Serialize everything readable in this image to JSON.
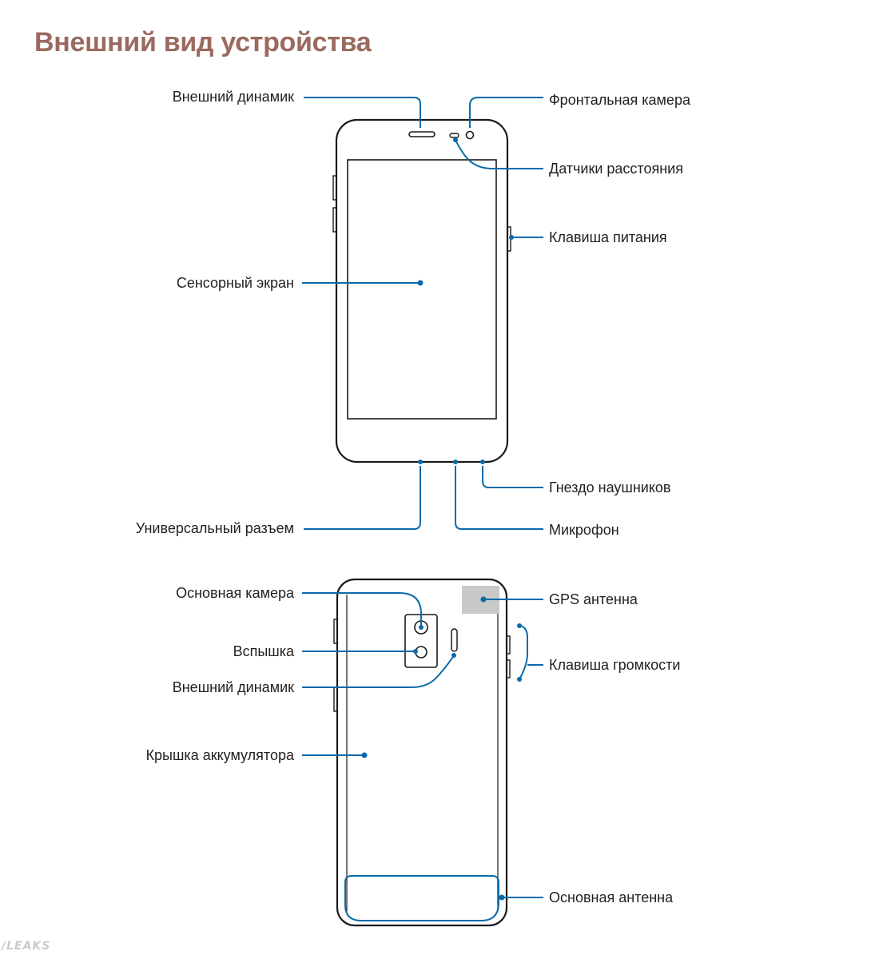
{
  "title": "Внешний вид устройства",
  "colors": {
    "title": "#9b6a5f",
    "leader": "#0a6aa8",
    "outline": "#1a1a1a",
    "gps_area": "#c8c8c8"
  },
  "front_view": {
    "labels": {
      "external_speaker": "Внешний динамик",
      "front_camera": "Фронтальная камера",
      "proximity_sensors": "Датчики расстояния",
      "power_key": "Клавиша питания",
      "touch_screen": "Сенсорный экран",
      "headset_jack": "Гнездо наушников",
      "usb_port": "Универсальный разъем",
      "microphone": "Микрофон"
    }
  },
  "back_view": {
    "labels": {
      "main_camera": "Основная камера",
      "gps_antenna": "GPS антенна",
      "flash": "Вспышка",
      "volume_key": "Клавиша громкости",
      "external_speaker": "Внешний динамик",
      "battery_cover": "Крышка аккумулятора",
      "main_antenna": "Основная антенна"
    }
  },
  "watermark": "/LEAKS"
}
